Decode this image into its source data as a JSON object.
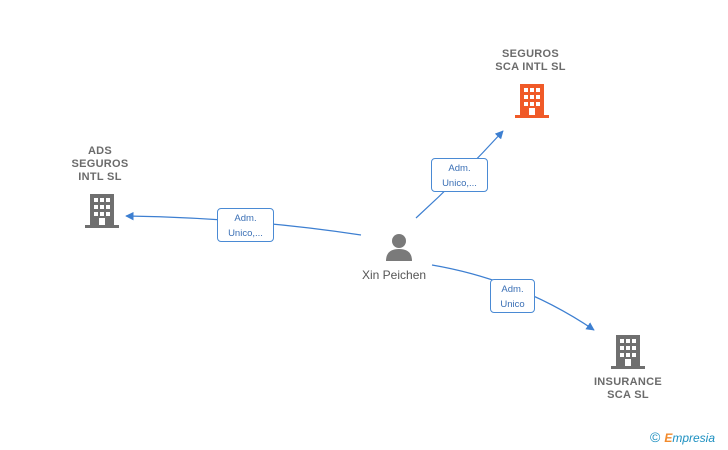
{
  "nodes": {
    "center": {
      "label": "Xin Peichen"
    },
    "top_right": {
      "lines": [
        "SEGUROS",
        "SCA INTL  SL"
      ],
      "color": "#f05a28"
    },
    "left": {
      "lines": [
        "ADS",
        "SEGUROS",
        "INTL  SL"
      ],
      "color": "#6f6f6f"
    },
    "bottom_right": {
      "lines": [
        "INSURANCE",
        "SCA  SL"
      ],
      "color": "#6f6f6f"
    }
  },
  "edges": {
    "to_top_right": {
      "lines": [
        "Adm.",
        "Unico,..."
      ]
    },
    "to_left": {
      "lines": [
        "Adm.",
        "Unico,..."
      ]
    },
    "to_bottom_right": {
      "lines": [
        "Adm.",
        "Unico"
      ]
    }
  },
  "colors": {
    "edge": "#3d7fd1",
    "person": "#7a7a7a"
  },
  "brand": {
    "copyright": "©",
    "initial": "E",
    "rest": "mpresia"
  }
}
